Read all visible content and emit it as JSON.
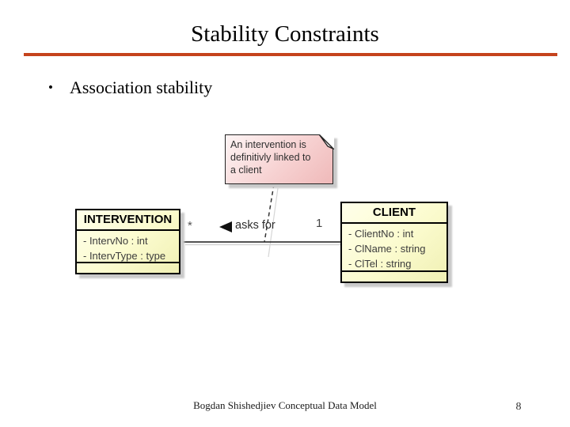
{
  "slide": {
    "title": "Stability Constraints",
    "bullet": "Association stability",
    "bullet_glyph": "•",
    "footer": "Bogdan Shishedjiev Conceptual Data Model",
    "page_number": "8",
    "accent_color": "#C5431D"
  },
  "diagram": {
    "note": {
      "lines": [
        "An intervention is",
        "definitivly linked to",
        "a client"
      ]
    },
    "classes": [
      {
        "name": "INTERVENTION",
        "attributes": [
          "- IntervNo : int",
          "- IntervType : type"
        ]
      },
      {
        "name": "CLIENT",
        "attributes": [
          "- ClientNo : int",
          "- ClName : string",
          "- ClTel : string"
        ]
      }
    ],
    "association": {
      "label": "asks for",
      "arrow_icon": "left-triangle-navigability",
      "multiplicity_intervention_side": "*",
      "multiplicity_client_side": "1"
    },
    "colors": {
      "class_fill": "#FBFBCE",
      "note_fill": "#F7D2D2",
      "box_border": "#000000",
      "shadow": "#C9C9C9",
      "line": "#1A1A1A"
    }
  }
}
